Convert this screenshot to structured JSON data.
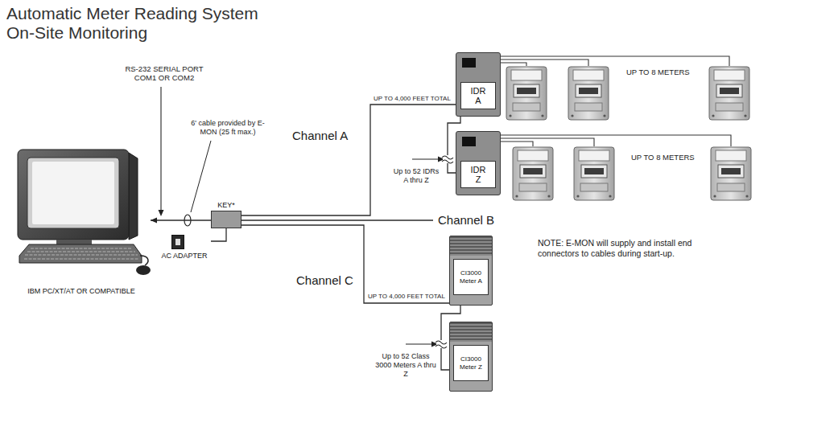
{
  "diagram": {
    "title": "Automatic Meter Reading System On-Site Monitoring",
    "nodes": [
      {
        "text": [
          "IBM PC/XT/AT OR COMPATIBLE"
        ]
      },
      {
        "text": [
          "KEY*"
        ]
      },
      {
        "text": [
          "AC ADAPTER"
        ]
      },
      {
        "text": [
          "IDR A"
        ]
      },
      {
        "text": [
          "IDR Z"
        ]
      },
      {
        "text": [
          "CI3000 Meter A"
        ]
      },
      {
        "text": [
          "CI3000 Meter Z"
        ]
      }
    ],
    "edges": [
      {
        "from": 1,
        "to": 0,
        "arrow": "to"
      },
      {
        "from": 1,
        "to": 3,
        "arrow": "none"
      },
      {
        "from": 3,
        "to": 4,
        "arrow": "none"
      },
      {
        "from": 1,
        "to": 5,
        "arrow": "none"
      },
      {
        "from": 5,
        "to": 6,
        "arrow": "none"
      },
      {
        "from": 1,
        "to": 2,
        "arrow": "none"
      }
    ],
    "labels": [
      "RS-232 SERIAL PORT COM1 OR COM2",
      "6' cable provided by E-MON (25 ft max.)",
      "Channel A",
      "UP TO 4,000 FEET TOTAL",
      "Up to 52 IDRs A thru Z",
      "UP TO 8 METERS",
      "UP TO 8 METERS",
      "Channel B",
      "NOTE: E-MON will supply and install end connectors to cables during start-up.",
      "Channel C",
      "UP TO 4,000 FEET TOTAL",
      "Up to 52 Class 3000 Meters A thru Z"
    ]
  }
}
